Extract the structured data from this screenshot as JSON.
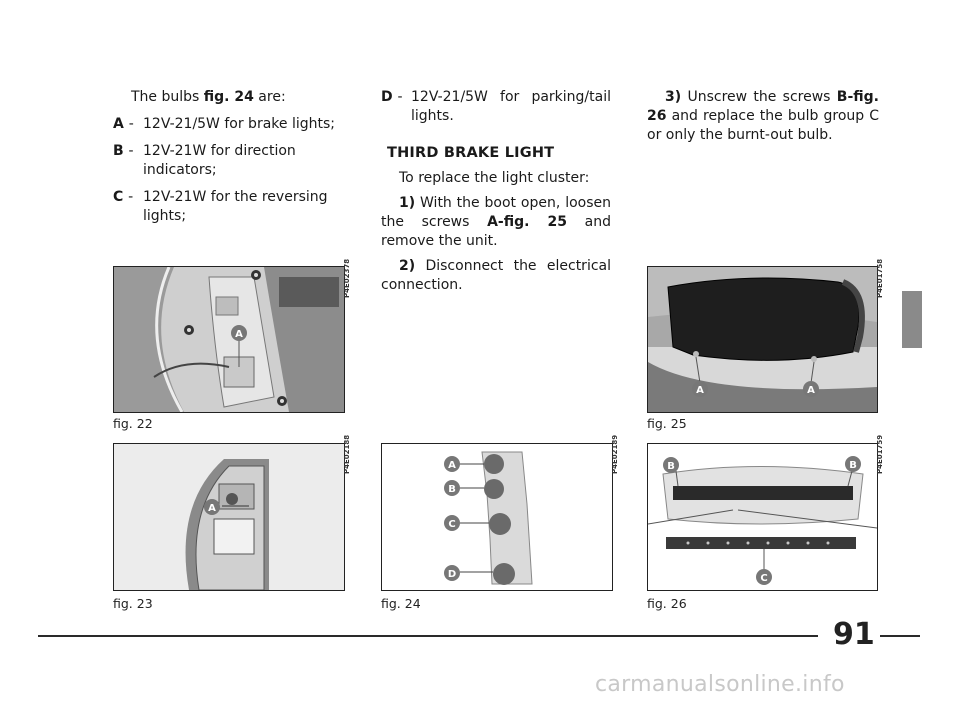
{
  "col1": {
    "intro_pre": "The bulbs ",
    "intro_ref": "fig. 24",
    "intro_post": " are:",
    "items": [
      {
        "key": "A",
        "text": "12V-21/5W for brake lights;"
      },
      {
        "key": "B",
        "text": "12V-21W for direction indicators;"
      },
      {
        "key": "C",
        "text": "12V-21W for the reversing lights;"
      }
    ]
  },
  "col2": {
    "item_d_key": "D",
    "item_d_text": "12V-21/5W for parking/tail lights.",
    "heading": "THIRD BRAKE LIGHT",
    "intro": "To replace the light cluster:",
    "step1_num": "1)",
    "step1_pre": " With the boot open, loosen the screws ",
    "step1_ref": "A-fig. 25",
    "step1_post": " and remove the unit.",
    "step2_num": "2)",
    "step2_text": " Disconnect the electrical connection."
  },
  "col3": {
    "step3_num": "3)",
    "step3_pre": " Unscrew the screws ",
    "step3_ref": "B-fig. 26",
    "step3_post": " and replace the bulb group C or only the burnt-out bulb."
  },
  "figures": {
    "fig22": {
      "caption": "fig. 22",
      "code": "P4E02378",
      "label": "A"
    },
    "fig23": {
      "caption": "fig. 23",
      "code": "P4E02188",
      "label": "A"
    },
    "fig24": {
      "caption": "fig. 24",
      "code": "P4E02189",
      "labels": [
        "A",
        "B",
        "C",
        "D"
      ]
    },
    "fig25": {
      "caption": "fig. 25",
      "code": "P4E01758",
      "labels": [
        "A",
        "A"
      ]
    },
    "fig26": {
      "caption": "fig. 26",
      "code": "P4E01759",
      "labels": [
        "B",
        "B",
        "C"
      ]
    }
  },
  "page_number": "91",
  "watermark": "carmanualsonline.info"
}
